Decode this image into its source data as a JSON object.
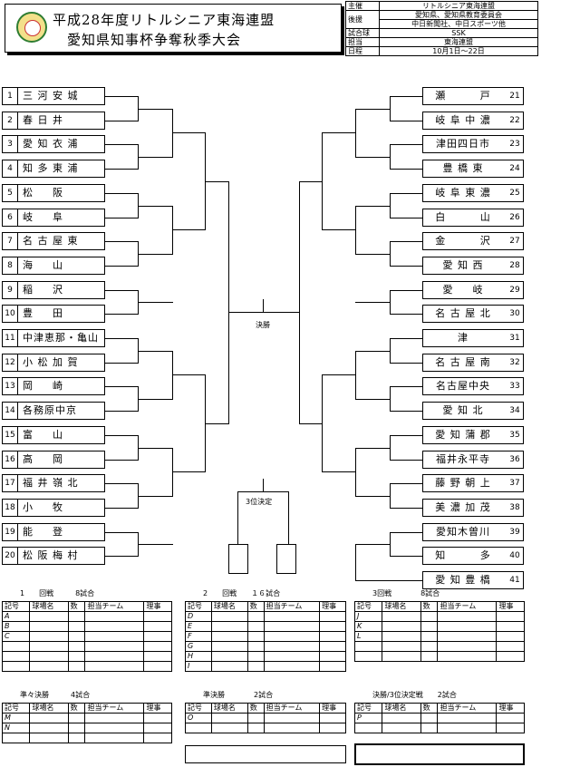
{
  "title": {
    "line1": "平成28年度リトルシニア東海連盟",
    "line2": "愛知県知事杯争奪秋季大会"
  },
  "info": [
    {
      "label": "主催",
      "value": "リトルシニア東海連盟"
    },
    {
      "label": "後援",
      "value": "愛知県、愛知県教育委員会",
      "value2": "中日新聞社、中日スポーツ他"
    },
    {
      "label": "試合球",
      "value": "SSK"
    },
    {
      "label": "担当",
      "value": "東海連盟"
    },
    {
      "label": "日程",
      "value": "10月1日～22日"
    }
  ],
  "left_teams": [
    {
      "num": "1",
      "name": "三 河 安 城"
    },
    {
      "num": "2",
      "name": "春 日 井"
    },
    {
      "num": "3",
      "name": "愛 知 衣 浦"
    },
    {
      "num": "4",
      "name": "知 多 東 浦"
    },
    {
      "num": "5",
      "name": "松 　 阪"
    },
    {
      "num": "6",
      "name": "岐 　 阜"
    },
    {
      "num": "7",
      "name": "名 古 屋 東"
    },
    {
      "num": "8",
      "name": "海 　 山"
    },
    {
      "num": "9",
      "name": "稲 　 沢"
    },
    {
      "num": "10",
      "name": "豊 　 田"
    },
    {
      "num": "11",
      "name": "中津恵那・亀山"
    },
    {
      "num": "12",
      "name": "小 松 加 賀"
    },
    {
      "num": "13",
      "name": "岡 　 崎"
    },
    {
      "num": "14",
      "name": "各務原中京"
    },
    {
      "num": "15",
      "name": "富 　 山"
    },
    {
      "num": "16",
      "name": "高 　 岡"
    },
    {
      "num": "17",
      "name": "福 井 嶺 北"
    },
    {
      "num": "18",
      "name": "小 　 牧"
    },
    {
      "num": "19",
      "name": "能 　 登"
    },
    {
      "num": "20",
      "name": "松 阪 梅 村"
    }
  ],
  "right_teams": [
    {
      "num": "21",
      "name": "瀬 　 　 戸"
    },
    {
      "num": "22",
      "name": "岐 阜 中 濃"
    },
    {
      "num": "23",
      "name": "津田四日市"
    },
    {
      "num": "24",
      "name": "豊 橋 東"
    },
    {
      "num": "25",
      "name": "岐 阜 東 濃"
    },
    {
      "num": "26",
      "name": "白 　 　 山"
    },
    {
      "num": "27",
      "name": "金 　 　 沢"
    },
    {
      "num": "28",
      "name": "愛 知 西"
    },
    {
      "num": "29",
      "name": "愛 　 岐"
    },
    {
      "num": "30",
      "name": "名 古 屋 北"
    },
    {
      "num": "31",
      "name": "津"
    },
    {
      "num": "32",
      "name": "名 古 屋 南"
    },
    {
      "num": "33",
      "name": "名古屋中央"
    },
    {
      "num": "34",
      "name": "愛 知 北"
    },
    {
      "num": "35",
      "name": "愛 知 蒲 郡"
    },
    {
      "num": "36",
      "name": "福井永平寺"
    },
    {
      "num": "37",
      "name": "藤 野 朝 上"
    },
    {
      "num": "38",
      "name": "美 濃 加 茂"
    },
    {
      "num": "39",
      "name": "愛知木曽川"
    },
    {
      "num": "40",
      "name": "知 　 　 多"
    },
    {
      "num": "41",
      "name": "愛 知 豊 橋"
    }
  ],
  "bracket_labels": {
    "final": "決勝",
    "third": "3位決定"
  },
  "schedules": {
    "headers": [
      "記号",
      "球場名",
      "数",
      "担当チーム",
      "理事"
    ],
    "r1": {
      "title": "1　　回戦　　　8試合",
      "rows": [
        "A",
        "B",
        "C",
        "",
        "",
        ""
      ]
    },
    "r2": {
      "title": "2　　回戦　　１６試合",
      "rows": [
        "D",
        "E",
        "F",
        "G",
        "H",
        "I"
      ]
    },
    "r3": {
      "title": "3回戦　　　　8試合",
      "rows": [
        "J",
        "K",
        "L",
        "",
        ""
      ]
    },
    "qf": {
      "title": "準々決勝　　　4試合",
      "rows": [
        "M",
        "N",
        ""
      ]
    },
    "sf": {
      "title": "準決勝　　　　2試合",
      "rows": [
        "O",
        ""
      ]
    },
    "fin": {
      "title": "決勝/3位決定戦　　2試合",
      "rows": [
        "P",
        ""
      ]
    }
  }
}
